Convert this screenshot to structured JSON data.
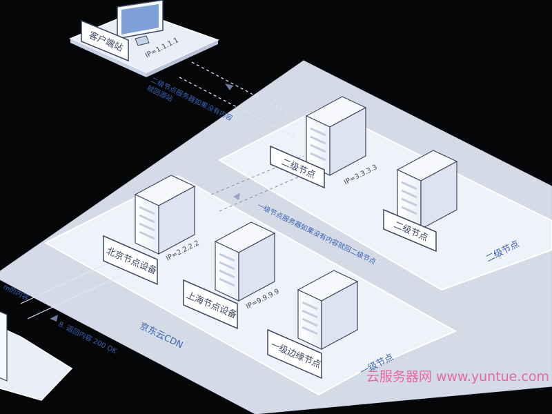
{
  "diagram": {
    "client": {
      "label": "客户端站",
      "ip": "IP=1.1.1.1"
    },
    "arrow_top_note": "二级节点服务器如果没有内容\n就回源站",
    "arrow_mid_note": "一级节点服务器如果没有内容就回二级节点",
    "arrow_bottom_note_1": "m的内容",
    "arrow_bottom_note_2": "8. 返回内容 200 OK",
    "secondary_region_label": "二级节点",
    "cdn_label": "京东云CDN",
    "edge_region_label": "一级节点",
    "servers": [
      {
        "label": "二级节点",
        "ip": "IP=3.3.3.3"
      },
      {
        "label": "二级节点",
        "ip": ""
      },
      {
        "label": "北京节点设备",
        "ip": "IP=2.2.2.2"
      },
      {
        "label": "上海节点设备",
        "ip": "IP=9.9.9.9"
      },
      {
        "label": "一级边缘节点",
        "ip": ""
      }
    ],
    "watermark": "云服务器网 www.yuntue.com"
  },
  "colors": {
    "background": "#050608",
    "plate_outer": "#dfe6f2",
    "plate_inner": "#eef2f9",
    "accent_text": "#3b63b3",
    "dark_line": "#3c4660",
    "watermark": "#e56aa0"
  }
}
